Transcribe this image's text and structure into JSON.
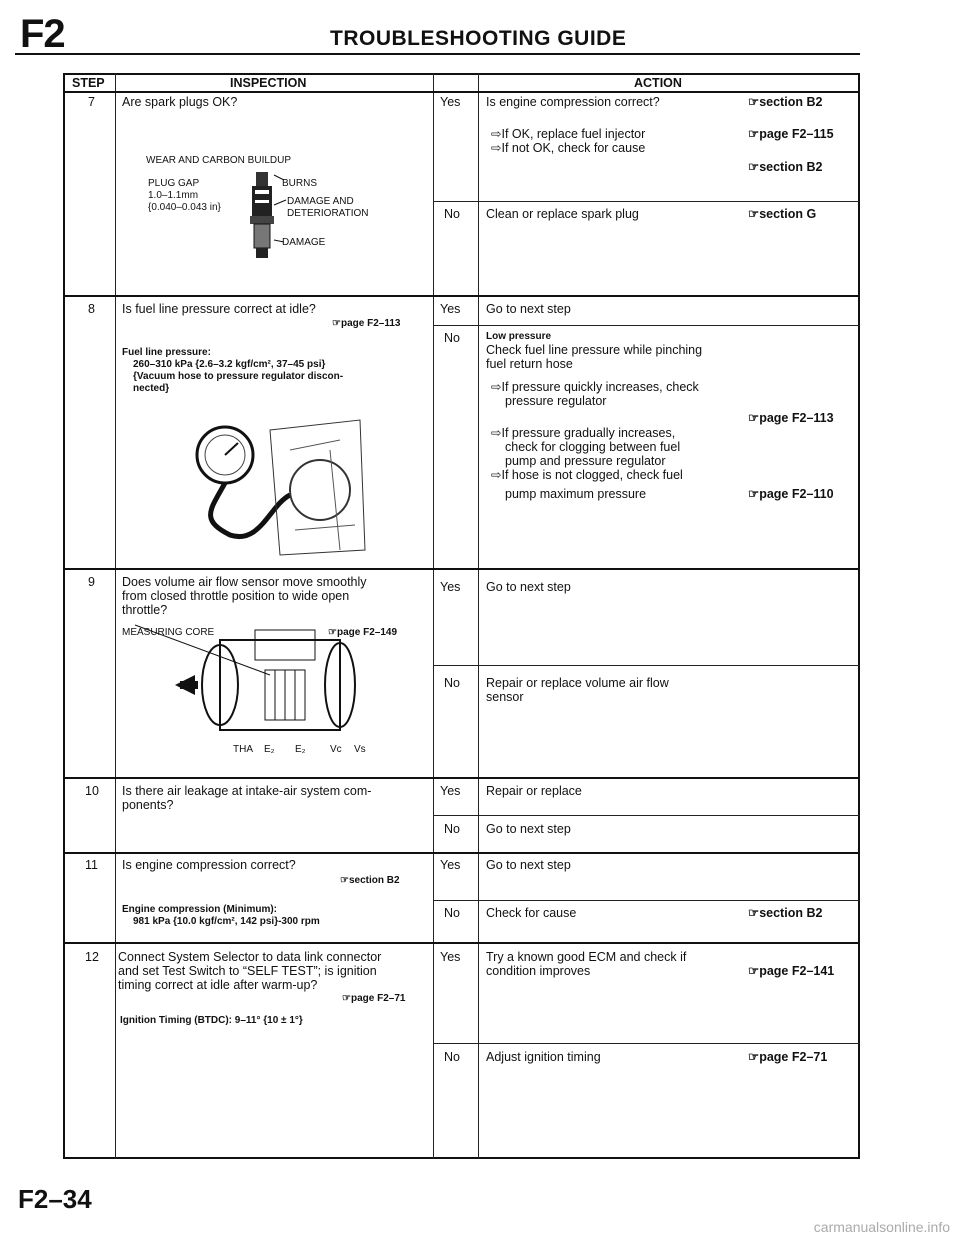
{
  "header": {
    "section": "F2",
    "title": "TROUBLESHOOTING GUIDE"
  },
  "table": {
    "col_step": "STEP",
    "col_inspection": "INSPECTION",
    "col_action": "ACTION"
  },
  "rows": {
    "r7": {
      "step": "7",
      "question": "Are spark plugs OK?",
      "fig": {
        "wear": "WEAR AND CARBON BUILDUP",
        "gap1": "PLUG GAP",
        "gap2": "1.0–1.1mm",
        "gap3": "{0.040–0.043 in}",
        "burns": "BURNS",
        "dam1": "DAMAGE AND",
        "dam2": "DETERIORATION",
        "damage": "DAMAGE"
      },
      "yes": "Yes",
      "yes_action": "Is engine compression correct?",
      "yes_ref": "☞section B2",
      "yes_ok": "⇨If OK, replace fuel injector",
      "yes_ok_ref": "☞page F2–115",
      "yes_notok": "⇨If not OK, check for cause",
      "yes_notok_ref": "☞section B2",
      "no": "No",
      "no_action": "Clean or replace spark plug",
      "no_ref": "☞section G"
    },
    "r8": {
      "step": "8",
      "question": "Is fuel line pressure correct at idle?",
      "question_ref": "☞page F2–113",
      "spec1": "Fuel line pressure:",
      "spec2": "260–310 kPa {2.6–3.2 kgf/cm², 37–45 psi}",
      "spec3": "{Vacuum hose to pressure regulator discon-",
      "spec4": "nected}",
      "yes": "Yes",
      "yes_action": "Go to next step",
      "no": "No",
      "no_l1": "Low pressure",
      "no_l2": "Check fuel line pressure while pinching",
      "no_l3": "fuel return hose",
      "no_l4": "⇨If pressure quickly increases, check",
      "no_l5": "pressure regulator",
      "no_l5_ref": "☞page F2–113",
      "no_l6": "⇨If pressure gradually increases,",
      "no_l7": "check for clogging between fuel",
      "no_l8": "pump and pressure regulator",
      "no_l9": "⇨If hose is not clogged, check fuel",
      "no_l10": "pump maximum pressure",
      "no_l10_ref": "☞page F2–110"
    },
    "r9": {
      "step": "9",
      "q1": "Does volume air flow sensor move smoothly",
      "q2": "from closed throttle position to wide open",
      "q3": "throttle?",
      "fig_label": "MEASURING CORE",
      "fig_ref": "☞page F2–149",
      "terms": [
        "THA",
        "E₂",
        "E₂",
        "Vc",
        "Vs"
      ],
      "yes": "Yes",
      "yes_action": "Go to next step",
      "no": "No",
      "no_l1": "Repair or replace volume air flow",
      "no_l2": "sensor"
    },
    "r10": {
      "step": "10",
      "q1": "Is there air leakage at intake-air system com-",
      "q2": "ponents?",
      "yes": "Yes",
      "yes_action": "Repair or replace",
      "no": "No",
      "no_action": "Go to next step"
    },
    "r11": {
      "step": "11",
      "question": "Is engine compression correct?",
      "question_ref": "☞section B2",
      "spec1": "Engine compression (Minimum):",
      "spec2": "981 kPa {10.0 kgf/cm², 142 psi}-300 rpm",
      "yes": "Yes",
      "yes_action": "Go to next step",
      "no": "No",
      "no_action": "Check for cause",
      "no_ref": "☞section B2"
    },
    "r12": {
      "step": "12",
      "q1": "Connect System Selector to data link connector",
      "q2": "and set Test Switch to “SELF TEST”; is ignition",
      "q3": "timing correct at idle after warm-up?",
      "question_ref": "☞page F2–71",
      "spec": "Ignition Timing (BTDC): 9–11° {10 ± 1°}",
      "yes": "Yes",
      "yes_l1": "Try a known good ECM and check if",
      "yes_l2": "condition improves",
      "yes_ref": "☞page F2–141",
      "no": "No",
      "no_action": "Adjust ignition timing",
      "no_ref": "☞page F2–71"
    }
  },
  "footer": {
    "page": "F2–34",
    "watermark": "carmanualsonline.info"
  }
}
